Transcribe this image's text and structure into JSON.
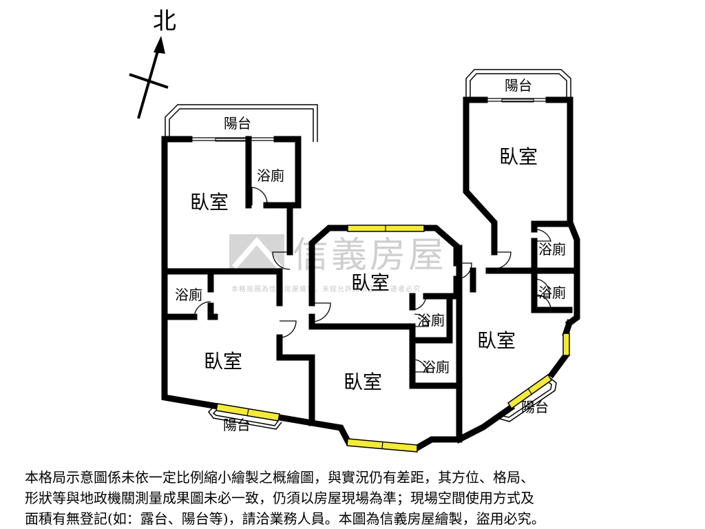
{
  "compass": {
    "label": "北"
  },
  "rooms": {
    "bedroom_nw": "臥室",
    "bedroom_center": "臥室",
    "bedroom_ne": "臥室",
    "bedroom_east": "臥室",
    "bedroom_sw": "臥室",
    "bedroom_south": "臥室",
    "bath_nw": "浴廁",
    "bath_west": "浴廁",
    "bath_center_1": "浴廁",
    "bath_center_2": "浴廁",
    "bath_east_1": "浴廁",
    "bath_east_2": "浴廁"
  },
  "balconies": {
    "north": "陽台",
    "northeast": "陽台",
    "southwest": "陽台",
    "east": "陽台"
  },
  "watermark": {
    "brand": "信義房屋",
    "notice": "本格局圖為信義房屋繪製，未經允許請勿盜用，違者必究"
  },
  "disclaimer": {
    "line1": "本格局示意圖係未依一定比例縮小繪製之概繪圖，與實況仍有差距，其方位、格局、",
    "line2": "形狀等與地政機關測量成果圖未必一致，仍須以房屋現場為準；現場空間使用方式及",
    "line3": "面積有無登記(如：露台、陽台等)，請洽業務人員。本圖為信義房屋繪製，盜用必究。"
  },
  "colors": {
    "window": "#f4ea3a",
    "wall": "#000000",
    "watermark": "#cfcfcf"
  }
}
